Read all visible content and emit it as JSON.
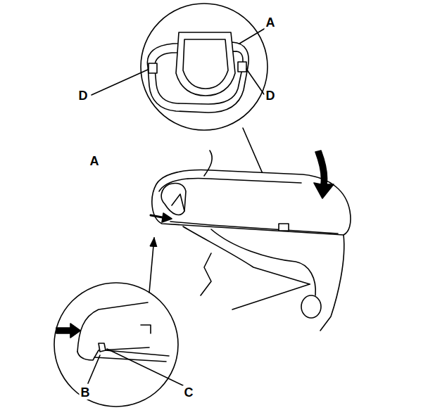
{
  "diagram": {
    "labels": [
      "A",
      "D",
      "D",
      "A",
      "B",
      "C"
    ]
  }
}
